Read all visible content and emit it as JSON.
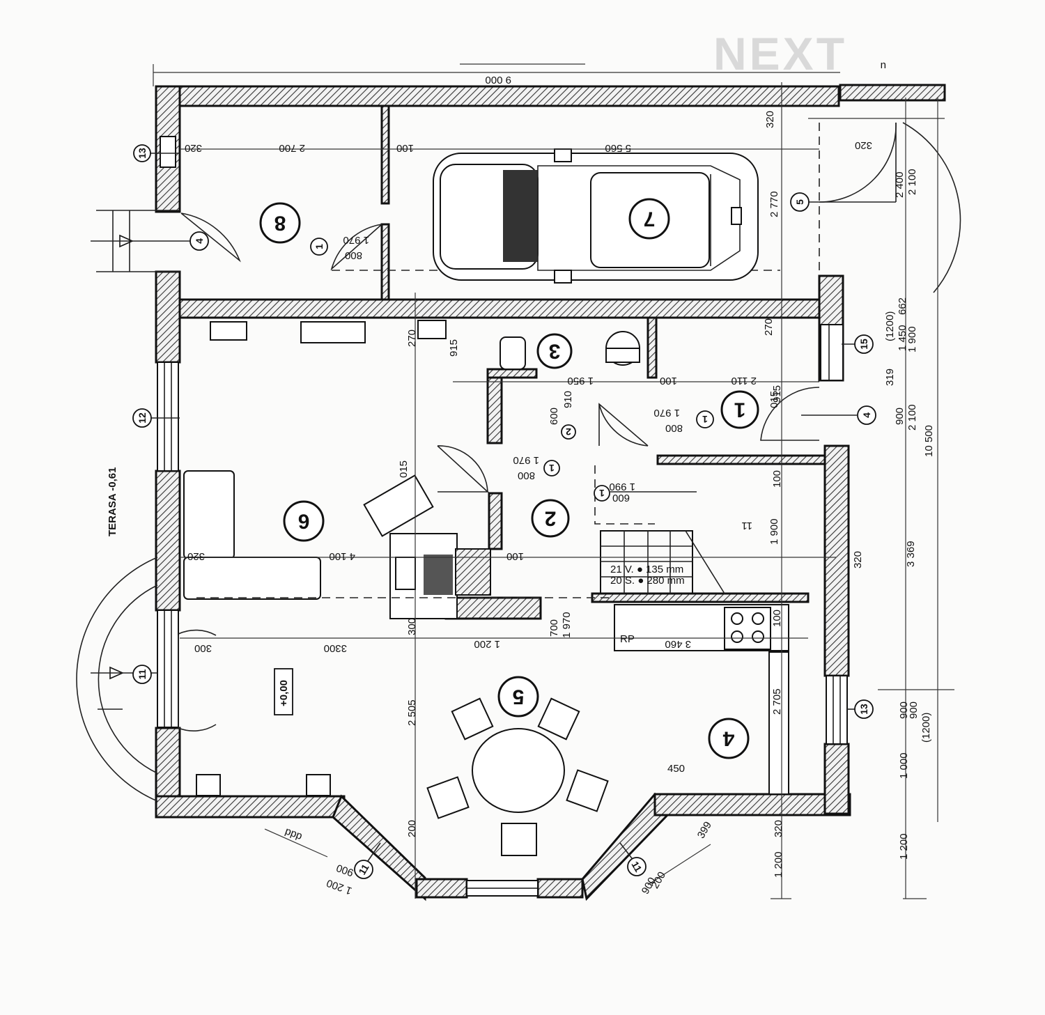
{
  "watermark": "NEXT",
  "terrace_label": "TERASA -0,61",
  "level_mark": "+0,00",
  "rooms": [
    {
      "num": "8"
    },
    {
      "num": "7"
    },
    {
      "num": "3"
    },
    {
      "num": "1"
    },
    {
      "num": "6"
    },
    {
      "num": "2"
    },
    {
      "num": "5"
    },
    {
      "num": "4"
    }
  ],
  "window_tags": [
    "13",
    "4",
    "1",
    "5",
    "12",
    "15",
    "4",
    "11",
    "13",
    "1",
    "11",
    "11",
    "1",
    "1",
    "2"
  ],
  "dimensions": {
    "top_overall": "9 000",
    "top_320_left": "320",
    "top_2700": "2 700",
    "top_100": "100",
    "top_5560": "5 560",
    "top_320_right": "320",
    "door_1970_a": "1 970",
    "door_800_a": "800",
    "right_2770": "2 770",
    "right_2100": "2 100",
    "right_2400": "2 400",
    "right_270": "270",
    "right_662": "662",
    "right_1450": "1 450",
    "right_1900": "1 900",
    "right_319": "319",
    "right_1200": "(1200)",
    "right_900": "900",
    "right_2100b": "2 100",
    "right_10500": "10 500",
    "right_3369": "3 369",
    "right_900b": "900",
    "right_900c": "900",
    "right_1200b": "(1200)",
    "right_1000": "1 000",
    "right_1200c": "1 200",
    "right_320": "320",
    "mid_270": "270",
    "mid_915": "915",
    "mid_1950": "1 950",
    "mid_100": "100",
    "mid_2110": "2 110",
    "mid_915b": "915",
    "mid_1970": "1 970",
    "mid_800": "800",
    "mid_910": "910",
    "mid_600": "600",
    "stair_1990": "1 990",
    "stair_600": "600",
    "mid_1970b": "1 970",
    "mid_800b": "800",
    "mid_100b": "100",
    "mid_1900": "1 900",
    "hall_320": "320",
    "hall_4100": "4 100",
    "hall_100": "100",
    "hall_3300": "3300",
    "hall_300": "300",
    "hall_1200": "1 200",
    "hall_700": "700",
    "hall_1970": "1 970",
    "hall_3460": "3 460",
    "hall_rp": "RP",
    "hall_100c": "100",
    "living_2505": "2 505",
    "living_200": "200",
    "living_2705": "2 705",
    "living_450": "450",
    "bottom_1200": "1 200",
    "bottom_320": "320",
    "bottom_1200b": "1 200",
    "bay_ddd": "ddd",
    "bay_900": "900",
    "bay_1200": "1 200",
    "bay_399": "399",
    "bay_200": "200",
    "bay_900b": "900",
    "stair_21": "21 V. ● 135 mm",
    "stair_20": "20 S. ● 280 mm",
    "top_u": "u",
    "mid_015": "015",
    "mid_015b": "015",
    "mid_11": "11"
  }
}
